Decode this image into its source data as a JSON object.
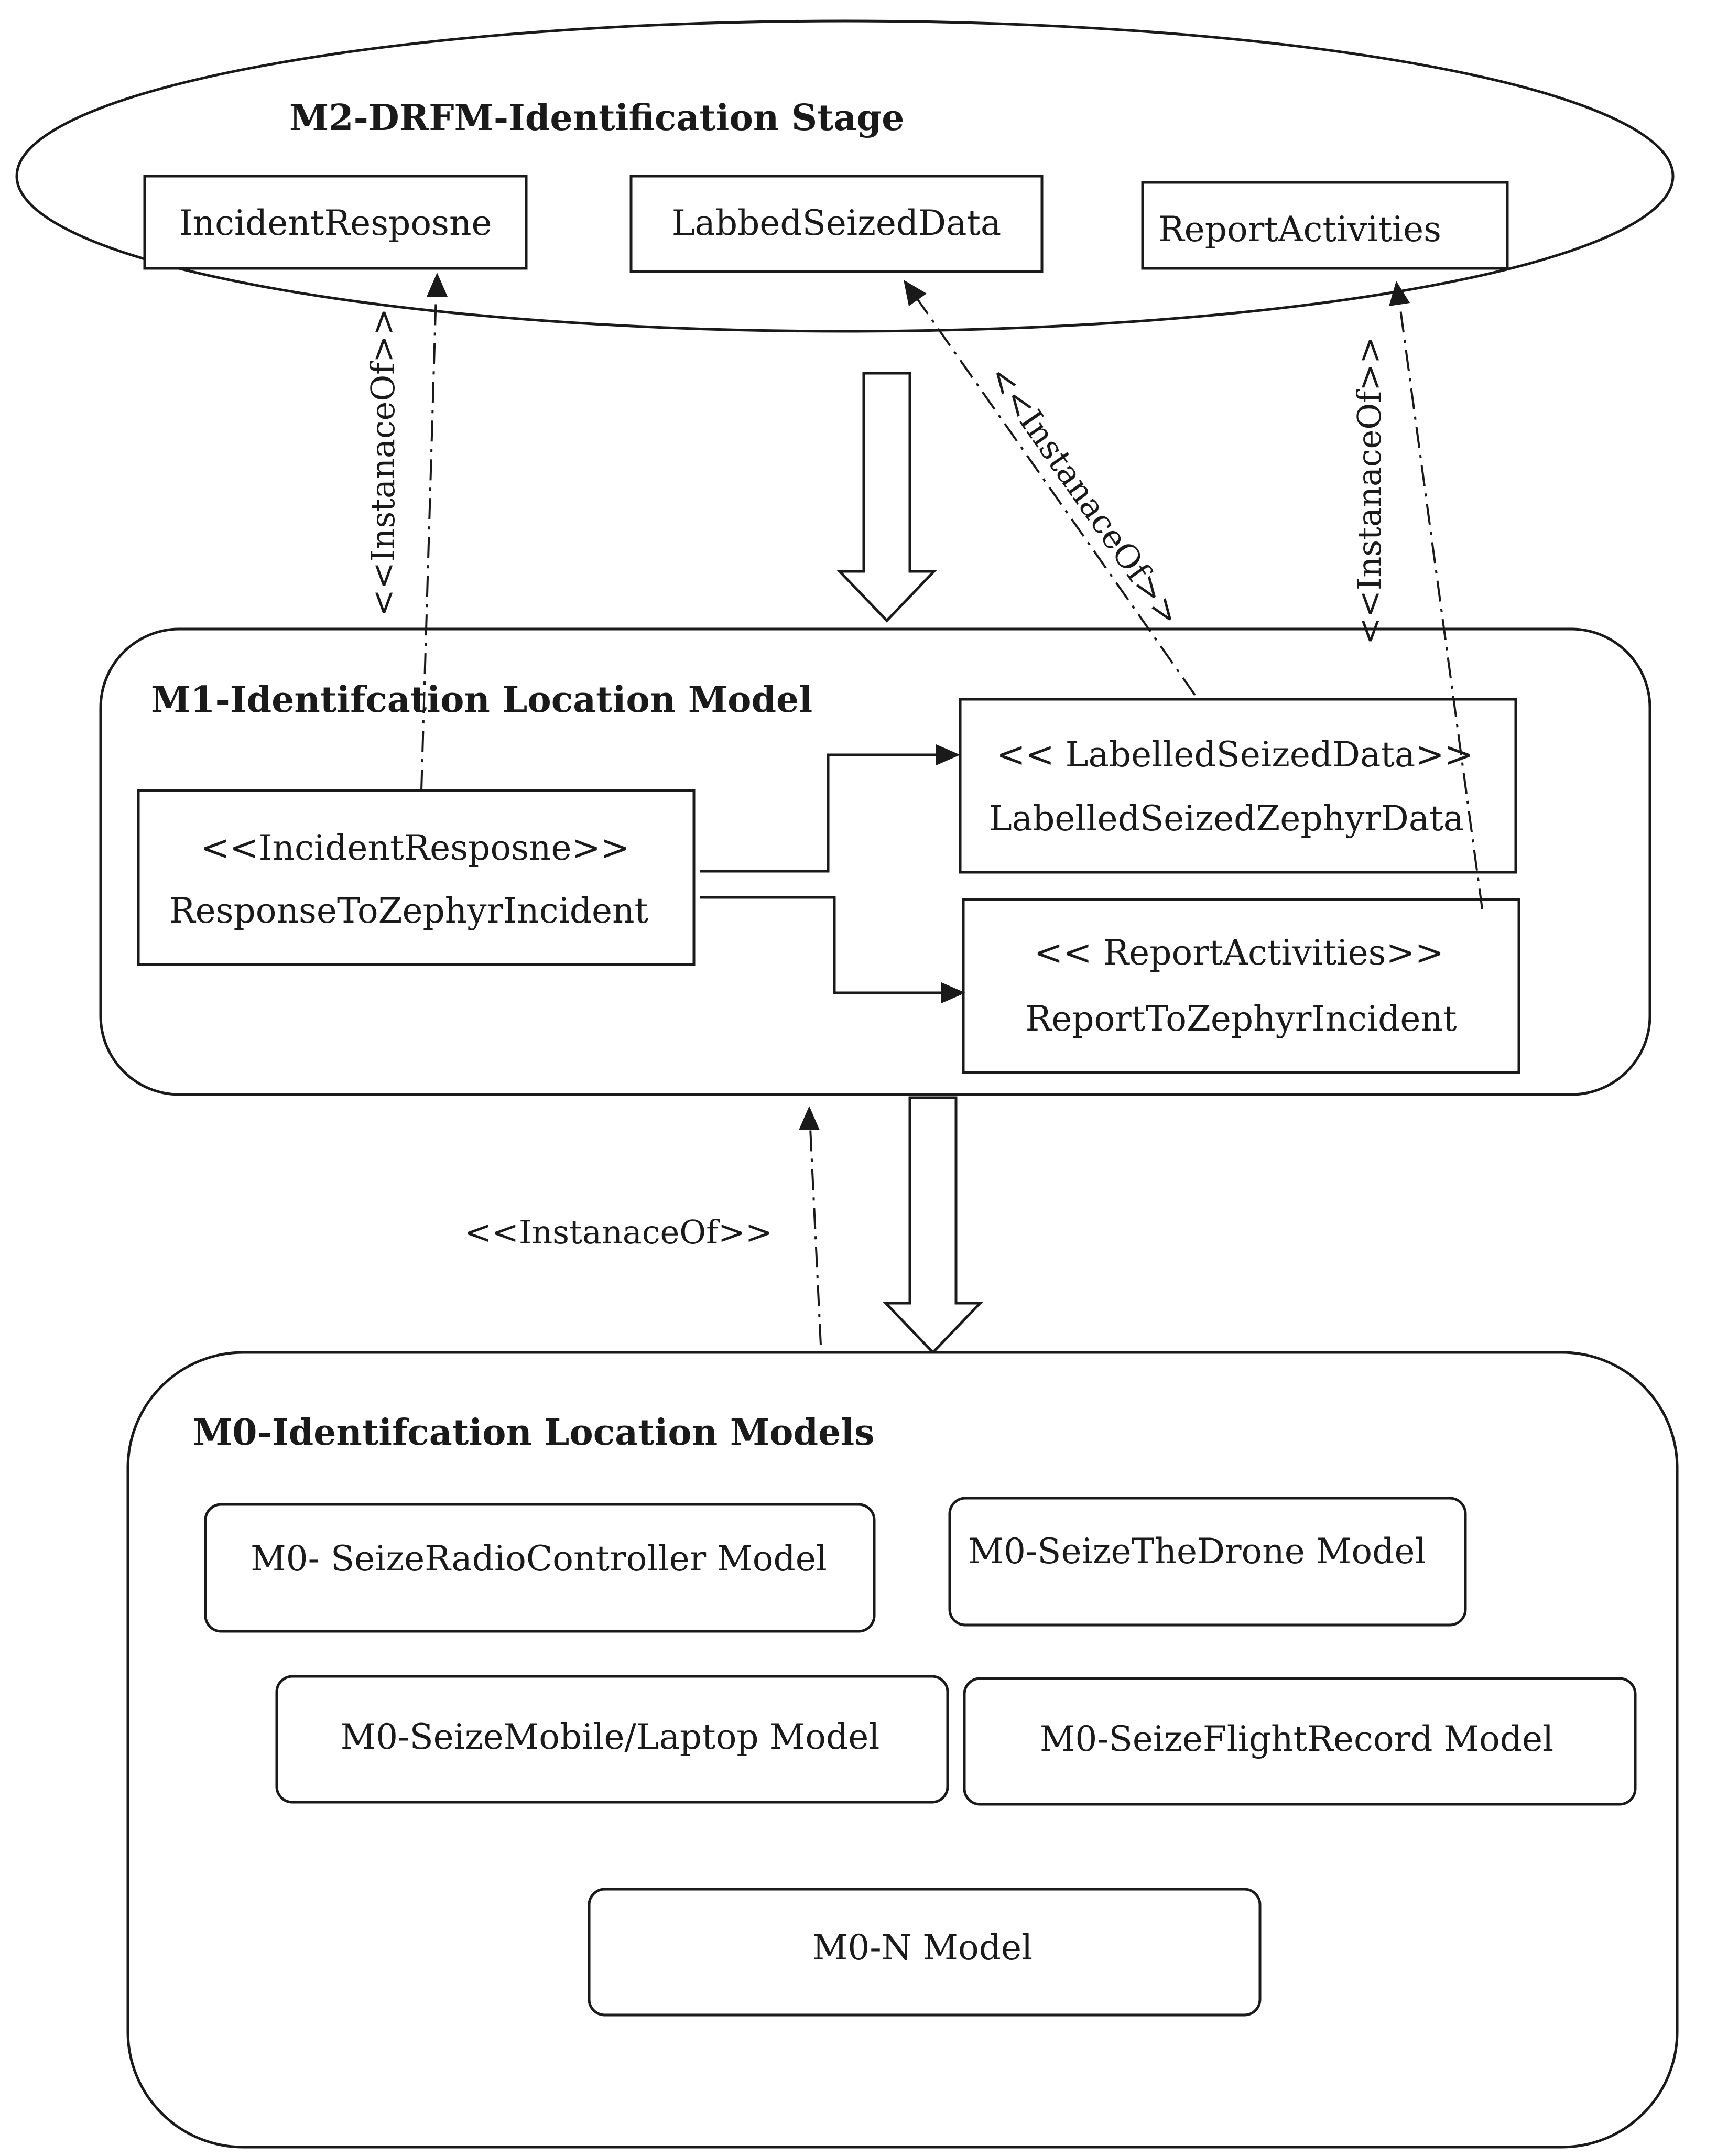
{
  "m2": {
    "title": "M2-DRFM-Identification Stage",
    "box_incident": "IncidentResposne",
    "box_labbed": "LabbedSeizedData",
    "box_report": "ReportActivities"
  },
  "m1": {
    "title": "M1-Identifcation Location Model",
    "incident_stereotype": "<<IncidentResposne>>",
    "incident_name": "ResponseToZephyrIncident",
    "labelled_stereotype": "<< LabelledSeizedData>>",
    "labelled_name": "LabelledSeizedZephyrData",
    "report_stereotype": "<< ReportActivities>>",
    "report_name": "ReportToZephyrIncident"
  },
  "m0": {
    "title": "M0-Identifcation Location Models",
    "radio_controller": "M0- SeizeRadioController Model",
    "drone": "M0-SeizeTheDrone Model",
    "mobile_laptop": "M0-SeizeMobile/Laptop Model",
    "flight_record": "M0-SeizeFlightRecord Model",
    "n_model": "M0-N Model"
  },
  "relations": {
    "instance_of_1": "<<InstanaceOf>>",
    "instance_of_2": "<<InstanaceOf>>",
    "instance_of_3": "<<InstanaceOf>>",
    "instance_of_4": "<<InstanaceOf>>"
  }
}
